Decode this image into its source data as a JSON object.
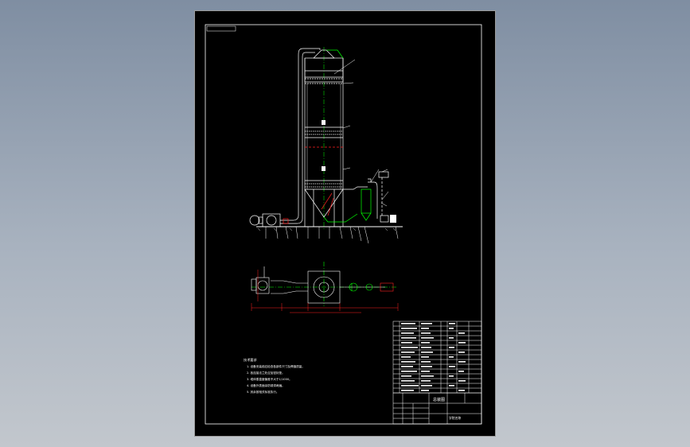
{
  "drawing": {
    "colors": {
      "background": "#000000",
      "frame": "#ffffff",
      "equipment": "#ffffff",
      "centerline": "#00ff00",
      "dimension": "#ff2020",
      "leader": "#ffffff",
      "table_lines": "#ffffff",
      "highlight_green": "#00ff00"
    },
    "title_block": {
      "main_title": "总装图",
      "school": "学院名称"
    },
    "tech_notes": {
      "heading": "技术要求",
      "items": [
        "1. 设备安装前应检查各部件尺寸及焊缝质量。",
        "2. 各连接法兰处应加密封垫。",
        "3. 塔体垂直度偏差不大于1/1000。",
        "4. 设备外表面涂防锈漆两遍。",
        "5. 其余按相关标准执行。"
      ]
    }
  }
}
